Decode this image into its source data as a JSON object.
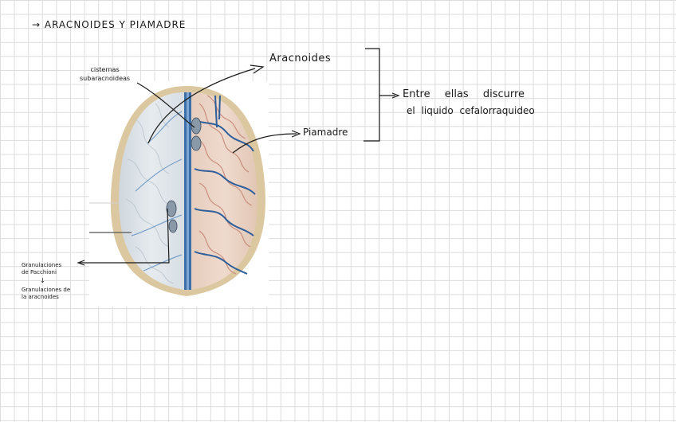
{
  "notes": {
    "title": "ARACNOIDES Y PIAMADRE",
    "aracnoides_label": "Aracnoides",
    "piamadre_label": "Piamadre",
    "bracket_note_line1": "Entre ellas discurre",
    "bracket_note_line2": "el liquido cefalorraquideo",
    "cisternas_line1": "cisternas",
    "cisternas_line2": "subaracnoideas",
    "granulaciones_line1": "Granulaciones",
    "granulaciones_line2": "de Pacchioni",
    "granulaciones_arrow": "↓",
    "granulaciones_line3": "Granulaciones de",
    "granulaciones_line4": "la aracnoides"
  },
  "illustration": {
    "subject": "superior view of brain showing arachnoid (left) and pia mater (right)",
    "arachnoid_color": "#dfe5ea",
    "pia_color": "#e9d2c4",
    "vessel_color": "#2f5f9a",
    "dura_rim_color": "#d8c49a"
  }
}
